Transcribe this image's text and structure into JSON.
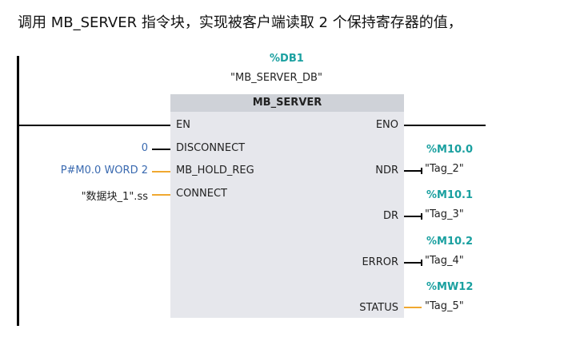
{
  "title": "调用 MB_SERVER 指令块，实现被客户端读取 2 个保持寄存器的值，",
  "instance": {
    "address": "%DB1",
    "name": "\"MB_SERVER_DB\""
  },
  "block": {
    "name": "MB_SERVER",
    "inputs": [
      {
        "pin": "EN",
        "value": ""
      },
      {
        "pin": "DISCONNECT",
        "value": "0"
      },
      {
        "pin": "MB_HOLD_REG",
        "value": "P#M0.0 WORD 2"
      },
      {
        "pin": "CONNECT",
        "value": "\"数据块_1\".ss"
      }
    ],
    "outputs": [
      {
        "pin": "ENO",
        "address": "",
        "tag": ""
      },
      {
        "pin": "NDR",
        "address": "%M10.0",
        "tag": "\"Tag_2\""
      },
      {
        "pin": "DR",
        "address": "%M10.1",
        "tag": "\"Tag_3\""
      },
      {
        "pin": "ERROR",
        "address": "%M10.2",
        "tag": "\"Tag_4\""
      },
      {
        "pin": "STATUS",
        "address": "%MW12",
        "tag": "\"Tag_5\""
      }
    ]
  },
  "colors": {
    "address": "#1aa0a0",
    "constant": "#3a6ab0",
    "wire_data": "#f0a830"
  }
}
